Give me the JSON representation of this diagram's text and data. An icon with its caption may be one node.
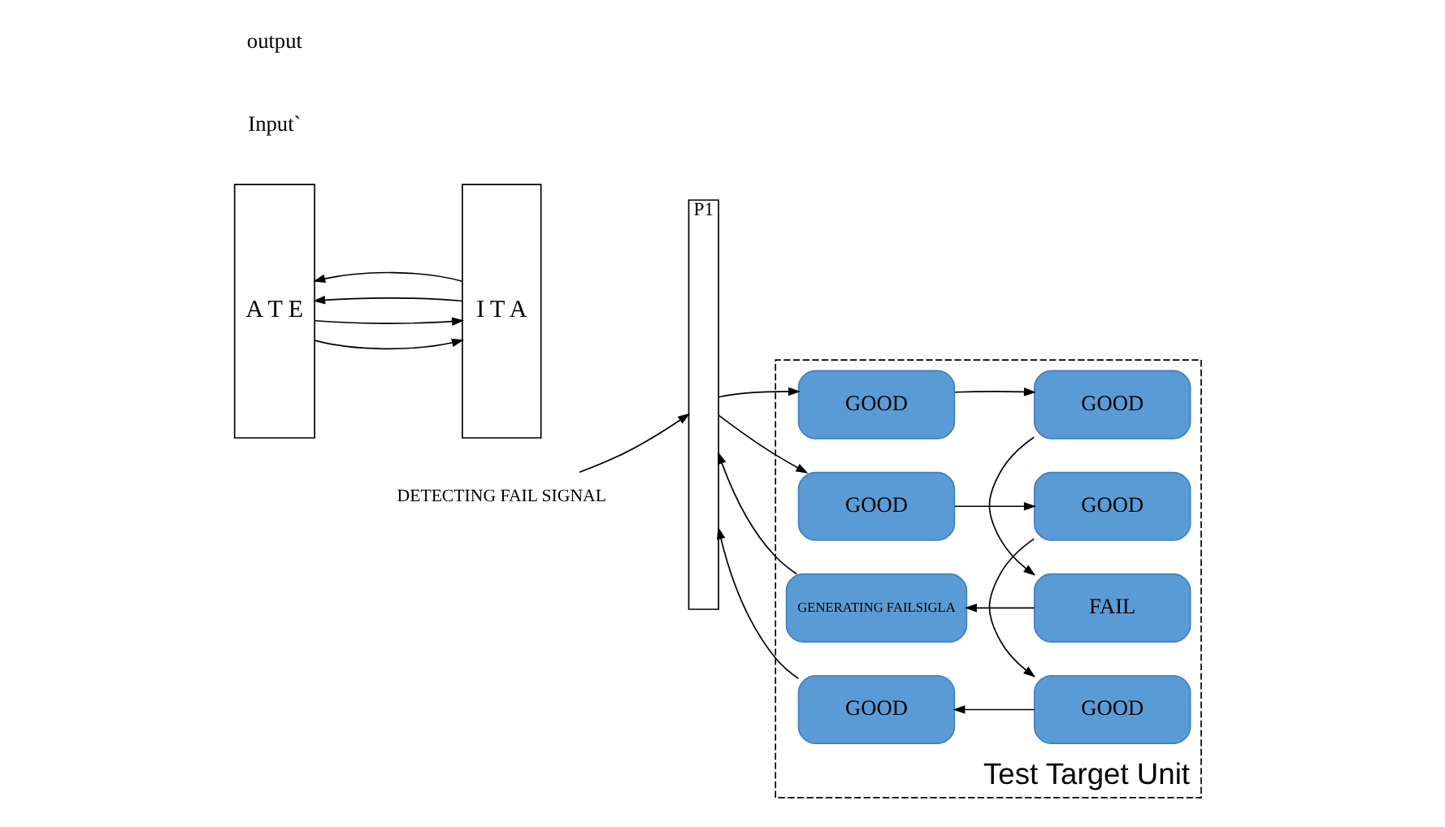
{
  "diagram": {
    "nodes": [
      {
        "text": [
          "Test Target Unit"
        ]
      },
      {
        "text": [
          "A T E"
        ]
      },
      {
        "text": [
          "I T A"
        ]
      },
      {
        "text": [
          "P1"
        ]
      },
      {
        "text": [
          "GOOD"
        ],
        "in": 0
      },
      {
        "text": [
          "GOOD"
        ],
        "in": 0
      },
      {
        "text": [
          "GOOD"
        ],
        "in": 0
      },
      {
        "text": [
          "GOOD"
        ],
        "in": 0
      },
      {
        "text": [
          "GENERATING FAILSIGLA"
        ],
        "in": 0
      },
      {
        "text": [
          "FAIL"
        ],
        "in": 0
      },
      {
        "text": [
          "GOOD"
        ],
        "in": 0
      },
      {
        "text": [
          "GOOD"
        ],
        "in": 0
      },
      {
        "text": [
          "DETECTING FAIL SIGNAL"
        ]
      }
    ],
    "edges": [
      {
        "from": 1,
        "to": 2,
        "arrow": "to"
      },
      {
        "from": 1,
        "to": 2,
        "arrow": "to"
      },
      {
        "from": 2,
        "to": 1,
        "arrow": "to"
      },
      {
        "from": 2,
        "to": 1,
        "arrow": "to"
      },
      {
        "from": 3,
        "to": 4,
        "arrow": "to"
      },
      {
        "from": 4,
        "to": 5,
        "arrow": "to"
      },
      {
        "from": 3,
        "to": 6,
        "arrow": "to"
      },
      {
        "from": 6,
        "to": 7,
        "arrow": "to"
      },
      {
        "from": 5,
        "to": 9,
        "arrow": "to"
      },
      {
        "from": 7,
        "to": 11,
        "arrow": "to"
      },
      {
        "from": 9,
        "to": 8,
        "arrow": "to"
      },
      {
        "from": 8,
        "to": 3,
        "arrow": "to"
      },
      {
        "from": 11,
        "to": 10,
        "arrow": "to"
      },
      {
        "from": 10,
        "to": 3,
        "arrow": "to"
      },
      {
        "from": 12,
        "to": 3,
        "arrow": "to"
      }
    ],
    "labels": [
      "Input`",
      "output"
    ]
  }
}
